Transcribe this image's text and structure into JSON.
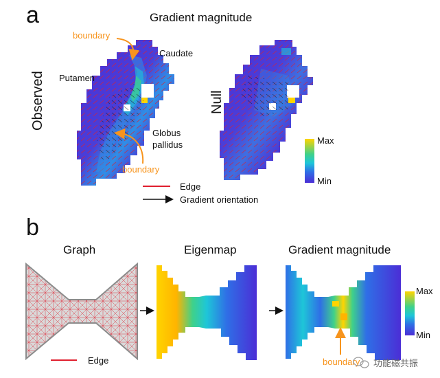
{
  "panel_a": {
    "letter": "a",
    "title": "Gradient magnitude",
    "row_observed": "Observed",
    "row_null": "Null",
    "labels": {
      "caudate": "Caudate",
      "putamen": "Putamen",
      "globus_line1": "Globus",
      "globus_line2": "pallidus",
      "boundary_top": "boundary",
      "boundary_bottom": "boundary"
    },
    "colorbar": {
      "max": "Max",
      "min": "Min"
    },
    "legend": {
      "edge": "Edge",
      "gradient": "Gradient orientation"
    }
  },
  "panel_b": {
    "letter": "b",
    "titles": {
      "graph": "Graph",
      "eigenmap": "Eigenmap",
      "gradient": "Gradient magnitude"
    },
    "edge_label": "Edge",
    "boundary_label": "boundary",
    "colorbar": {
      "max": "Max",
      "min": "Min"
    }
  },
  "watermark": "功能磁共振",
  "colors": {
    "purple": "#4b2ed6",
    "blue": "#2f6fe6",
    "cyan": "#1ec6d8",
    "green": "#3fd18a",
    "yellow": "#ffd400",
    "orange": "#f7941d",
    "edge_red": "#e01e2e",
    "graph_fill": "#d9d9d9",
    "graph_border": "#8c8c8c"
  },
  "icons": [
    "arrow-right-icon",
    "wechat-icon"
  ]
}
